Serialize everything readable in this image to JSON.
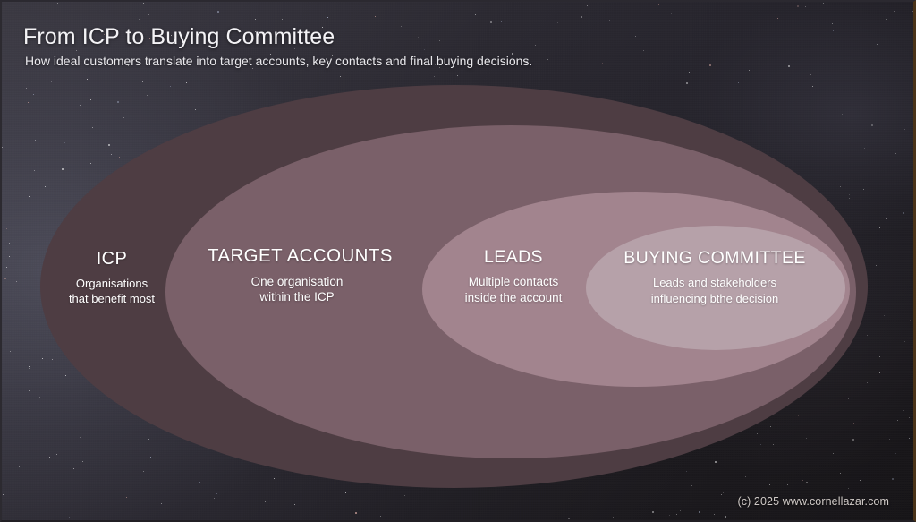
{
  "header": {
    "title": "From ICP to Buying Committee",
    "subtitle": "How ideal customers translate into target accounts, key contacts and final buying decisions."
  },
  "footer": {
    "credit": "(c) 2025 www.cornellazar.com"
  },
  "diagram": {
    "type": "nested-ellipses",
    "stages": [
      {
        "id": "icp",
        "title": "ICP",
        "description_line1": "Organisations",
        "description_line2": "that benefit most",
        "fill": "#4e3d43"
      },
      {
        "id": "target-accounts",
        "title": "TARGET ACCOUNTS",
        "description_line1": "One organisation",
        "description_line2": "within the ICP",
        "fill": "#7a6069"
      },
      {
        "id": "leads",
        "title": "LEADS",
        "description_line1": "Multiple contacts",
        "description_line2": "inside the account",
        "fill": "#a2848e"
      },
      {
        "id": "buying-committee",
        "title": "BUYING COMMITTEE",
        "description_line1": "Leads and stakeholders",
        "description_line2": "influencing bthe decision",
        "fill": "#b6a1a9"
      }
    ]
  },
  "theme": {
    "background": "#201e23",
    "text_primary": "#ffffff",
    "title_color": "#f4f3f6",
    "footer_color": "#cfc9c6",
    "border_accent": "#4a3318"
  }
}
